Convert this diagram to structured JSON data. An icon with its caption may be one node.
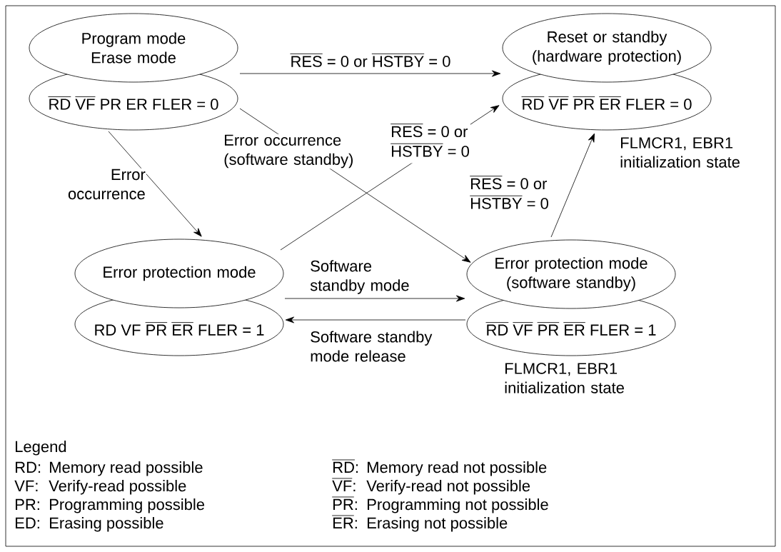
{
  "diagram": {
    "nodes": [
      {
        "text": [
          "Program mode Erase mode",
          "\\overline{\\text{RD}}\\ \\overline{\\text{VF}}\\text{ PR ER FLER = 0}"
        ]
      },
      {
        "text": [
          "Reset or standby (hardware protection)",
          "\\overline{\\text{RD}}\\ \\overline{\\text{VF}}\\ \\overline{\\text{PR}}\\ \\overline{\\text{ER}}\\text{ FLER = 0}"
        ],
        "beside": [
          "FLMCR1, EBR1 initialization state"
        ]
      },
      {
        "text": [
          "Error protection mode",
          "\\text{RD VF }\\overline{\\text{PR}}\\ \\overline{\\text{ER}}\\text{ FLER = 1}"
        ]
      },
      {
        "text": [
          "Error protection mode (software standby)",
          "\\overline{\\text{RD}}\\ \\overline{\\text{VF}}\\ \\overline{\\text{PR}}\\ \\overline{\\text{ER}}\\text{ FLER = 1}"
        ],
        "beside": [
          "FLMCR1, EBR1 initialization state"
        ]
      }
    ],
    "edges": [
      {
        "from": 0,
        "to": 1,
        "arrow": "to",
        "label": "\\overline{\\text{RES}}\\text{ = 0 or }\\overline{\\text{HSTBY}}\\text{ = 0}"
      },
      {
        "from": 0,
        "to": 2,
        "arrow": "to",
        "label": "Error occurrence"
      },
      {
        "from": 0,
        "to": 3,
        "arrow": "to",
        "label": "Error occurrence (software standby)"
      },
      {
        "from": 2,
        "to": 1,
        "arrow": "to",
        "label": "\\begin{array}{@{}l@{}}\\overline{\\text{RES}}\\text{ = 0 or}\\\\ \\overline{\\text{HSTBY}}\\text{ = 0}\\end{array}"
      },
      {
        "from": 2,
        "to": 3,
        "arrow": "to",
        "label": "Software standby mode"
      },
      {
        "from": 3,
        "to": 2,
        "arrow": "to",
        "label": "Software standby mode release"
      },
      {
        "from": 3,
        "to": 1,
        "arrow": "to",
        "label": "\\begin{array}{@{}l@{}}\\overline{\\text{RES}}\\text{ = 0 or}\\\\ \\overline{\\text{HSTBY}}\\text{ = 0}\\end{array}"
      }
    ],
    "labels": [
      "Legend",
      "RD:",
      "Memory read possible",
      "\\overline{\\text{RD}}\\text{:}",
      "Memory read not possible",
      "VF:",
      "Verify-read possible",
      "\\overline{\\text{VF}}\\text{:}",
      "Verify-read not possible",
      "PR:",
      "Programming possible",
      "\\overline{\\text{PR}}\\text{:}",
      "Programming not possible",
      "ED:",
      "Erasing possible",
      "\\overline{\\text{ER}}\\text{:}",
      "Erasing not possible"
    ]
  }
}
